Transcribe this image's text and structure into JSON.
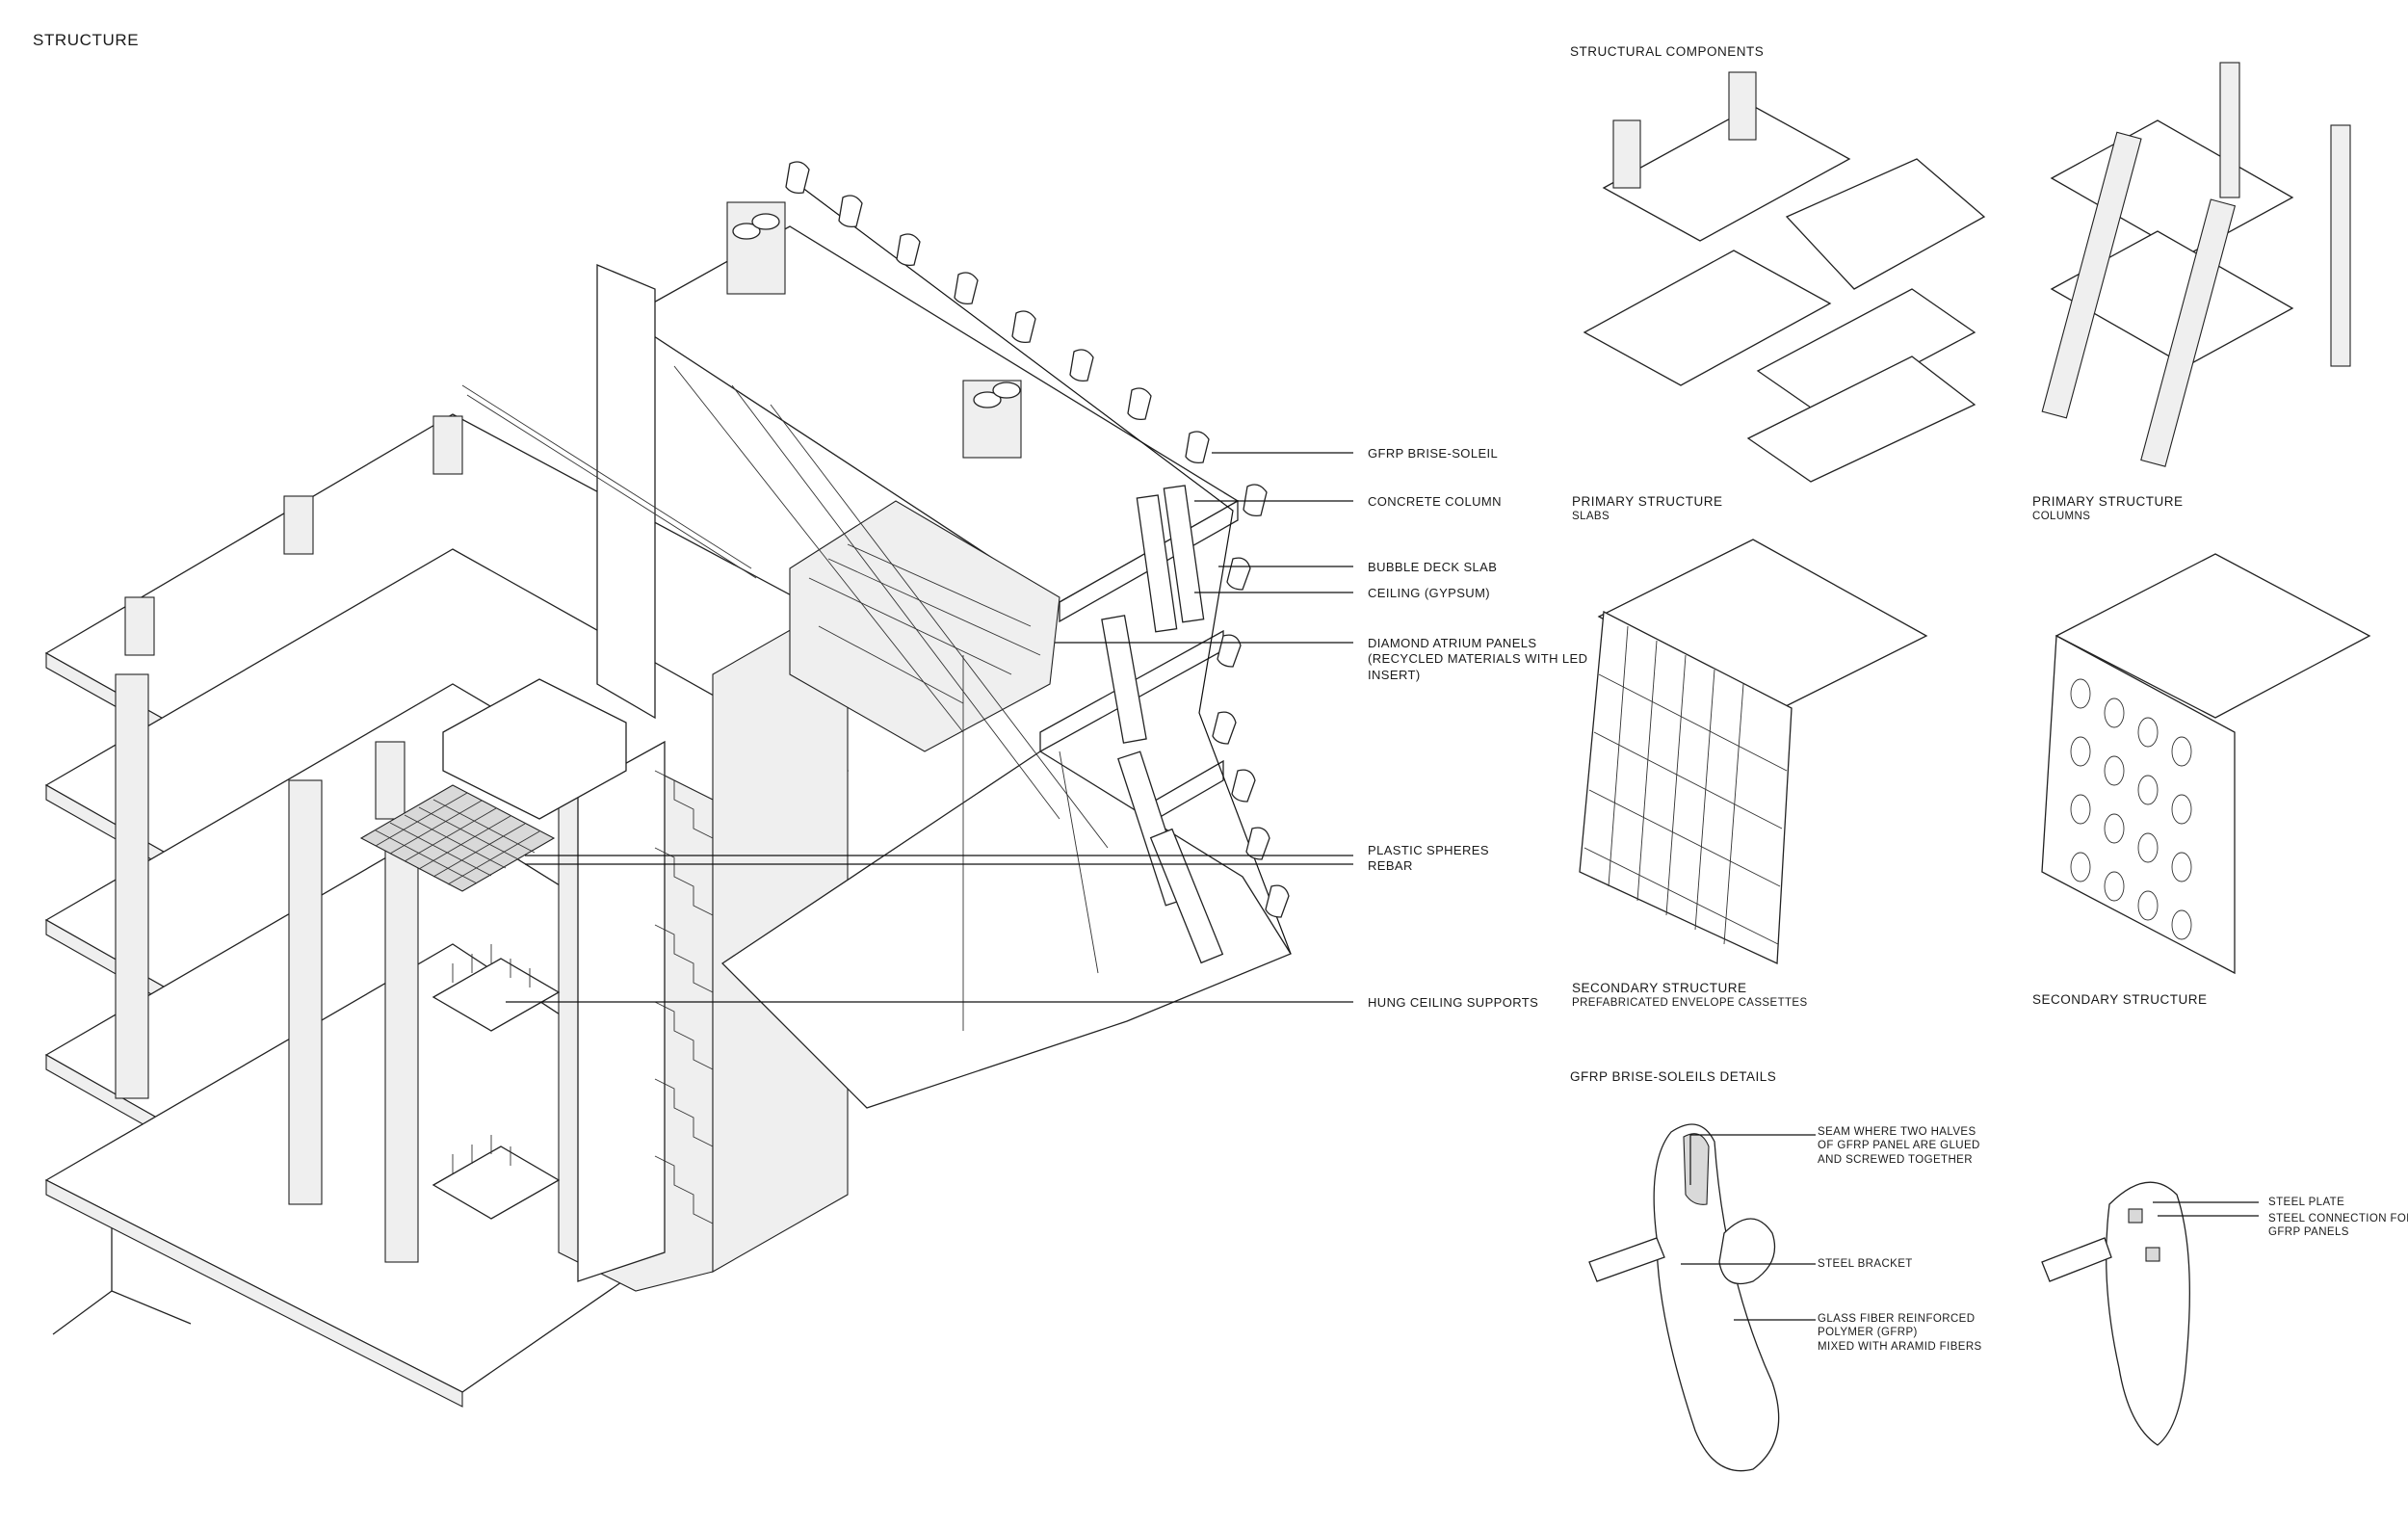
{
  "main_title": "STRUCTURE",
  "callouts": [
    "GFRP BRISE-SOLEIL",
    "CONCRETE COLUMN",
    "BUBBLE DECK SLAB",
    "CEILING (GYPSUM)",
    "DIAMOND ATRIUM PANELS\n(RECYCLED MATERIALS WITH LED\nINSERT)",
    "PLASTIC SPHERES\nREBAR",
    "HUNG CEILING SUPPORTS"
  ],
  "components": {
    "heading": "STRUCTURAL COMPONENTS",
    "slabs_title": "PRIMARY STRUCTURE",
    "slabs_caption": "SLABS",
    "columns_title": "PRIMARY STRUCTURE",
    "columns_caption": "COLUMNS",
    "secondary_a_title": "SECONDARY STRUCTURE",
    "secondary_a_caption": "PREFABRICATED ENVELOPE CASSETTES",
    "secondary_b_title": "SECONDARY STRUCTURE"
  },
  "details": {
    "heading": "GFRP BRISE-SOLEILS DETAILS",
    "seam": "SEAM WHERE TWO HALVES\nOF GFRP PANEL ARE GLUED\nAND SCREWED TOGETHER",
    "bracket": "STEEL BRACKET",
    "material": "GLASS FIBER REINFORCED\nPOLYMER (GFRP)\nMIXED WITH ARAMID FIBERS",
    "plate": "STEEL PLATE",
    "connection": "STEEL CONNECTION FOR\nGFRP PANELS"
  }
}
